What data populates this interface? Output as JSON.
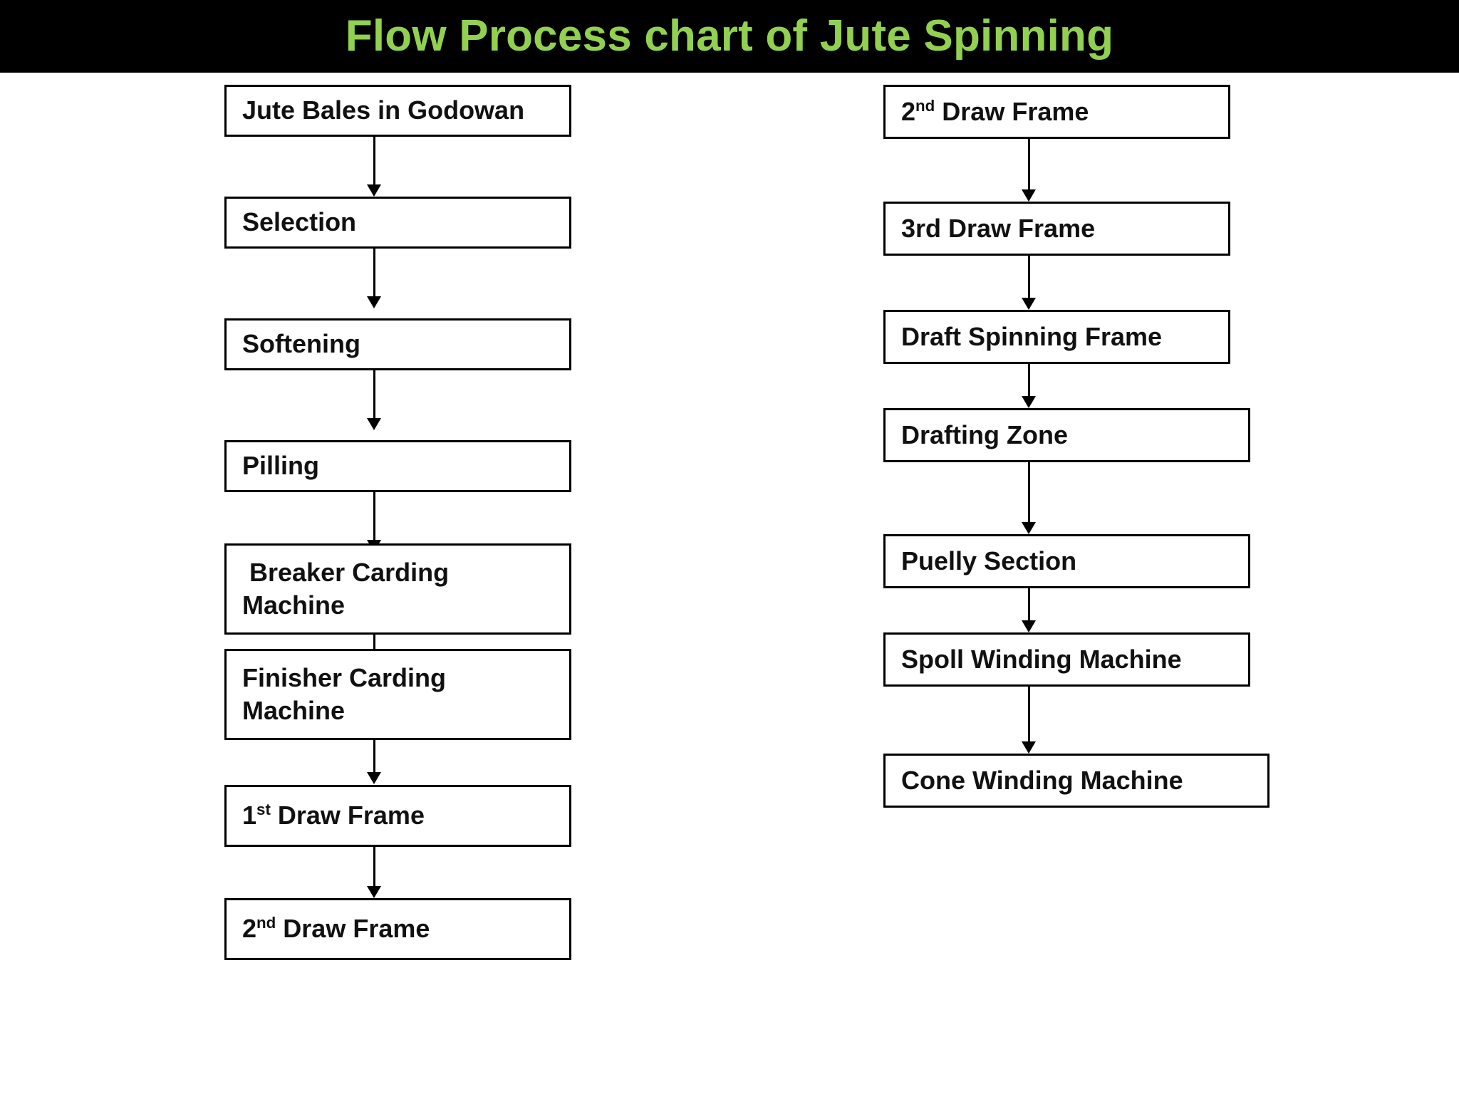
{
  "title": {
    "text": "Flow Process chart of Jute Spinning",
    "color": "#92D050",
    "background": "#000000"
  },
  "theme": {
    "page_background": "#ffffff",
    "box_fill": "#ffffff",
    "box_border": "#000000",
    "text_color": "#111111",
    "arrow_color": "#000000"
  },
  "chart_data": {
    "type": "diagram",
    "diagram_type": "flowchart",
    "title": "Flow Process chart of Jute Spinning",
    "orientation": "top-to-bottom, two columns",
    "columns": [
      {
        "name": "left-column",
        "nodes": [
          "Jute Bales in Godowan",
          "Selection",
          "Softening",
          "Pilling",
          "Breaker Carding Machine",
          "Finisher Carding Machine",
          "1st Draw Frame",
          "2nd Draw Frame"
        ]
      },
      {
        "name": "right-column",
        "nodes": [
          "2nd Draw Frame",
          "3rd Draw Frame",
          "Draft Spinning Frame",
          "Drafting Zone",
          "Puelly Section",
          "Spoll Winding Machine",
          "Cone Winding Machine"
        ]
      }
    ],
    "edges": [
      [
        "Jute Bales in Godowan",
        "Selection"
      ],
      [
        "Selection",
        "Softening"
      ],
      [
        "Softening",
        "Pilling"
      ],
      [
        "Pilling",
        "Breaker Carding Machine"
      ],
      [
        "Breaker Carding Machine",
        "Finisher Carding Machine"
      ],
      [
        "Finisher Carding Machine",
        "1st Draw Frame"
      ],
      [
        "1st Draw Frame",
        "2nd Draw Frame"
      ],
      [
        "2nd Draw Frame",
        "3rd Draw Frame"
      ],
      [
        "3rd Draw Frame",
        "Draft Spinning Frame"
      ],
      [
        "Draft Spinning Frame",
        "Drafting Zone"
      ],
      [
        "Drafting Zone",
        "Puelly Section"
      ],
      [
        "Puelly Section",
        "Spoll Winding Machine"
      ],
      [
        "Spoll Winding Machine",
        "Cone Winding Machine"
      ]
    ]
  },
  "left_column": {
    "boxes": [
      {
        "id": "jute-bales-in-godowan",
        "lines": [
          "Jute Bales in Godowan"
        ],
        "sup": null,
        "indent": false
      },
      {
        "id": "selection",
        "lines": [
          "Selection"
        ],
        "sup": null,
        "indent": false
      },
      {
        "id": "softening",
        "lines": [
          "Softening"
        ],
        "sup": null,
        "indent": false
      },
      {
        "id": "pilling",
        "lines": [
          "Pilling"
        ],
        "sup": null,
        "indent": false
      },
      {
        "id": "breaker-carding-machine",
        "lines": [
          " Breaker Carding",
          "Machine"
        ],
        "sup": null,
        "indent": true
      },
      {
        "id": "finisher-carding-machine",
        "lines": [
          "Finisher Carding",
          "Machine"
        ],
        "sup": null,
        "indent": false
      },
      {
        "id": "1st-draw-frame",
        "lines": [
          "1",
          "st",
          " Draw Frame"
        ],
        "sup": "st",
        "indent": false
      },
      {
        "id": "2nd-draw-frame",
        "lines": [
          "2",
          "nd",
          " Draw Frame"
        ],
        "sup": "nd",
        "indent": false
      }
    ],
    "labels": {
      "jute_bales": "Jute Bales in Godowan",
      "selection": "Selection",
      "softening": "Softening",
      "pilling": "Pilling",
      "breaker_line1": " Breaker Carding",
      "breaker_line2": "Machine",
      "finisher_line1": "Finisher Carding",
      "finisher_line2": "Machine",
      "draw1_num": "1",
      "draw1_sup": "st",
      "draw1_rest": " Draw Frame",
      "draw2_num": "2",
      "draw2_sup": "nd",
      "draw2_rest": " Draw Frame"
    }
  },
  "right_column": {
    "labels": {
      "draw2_num": "2",
      "draw2_sup": "nd",
      "draw2_rest": " Draw Frame",
      "draw3": "3rd Draw Frame",
      "draft_spinning_frame": "Draft Spinning Frame",
      "drafting_zone": "Drafting Zone",
      "puelly_section": "Puelly Section",
      "spoll_winding_machine": "Spoll Winding Machine",
      "cone_winding_machine": "Cone Winding Machine"
    }
  }
}
